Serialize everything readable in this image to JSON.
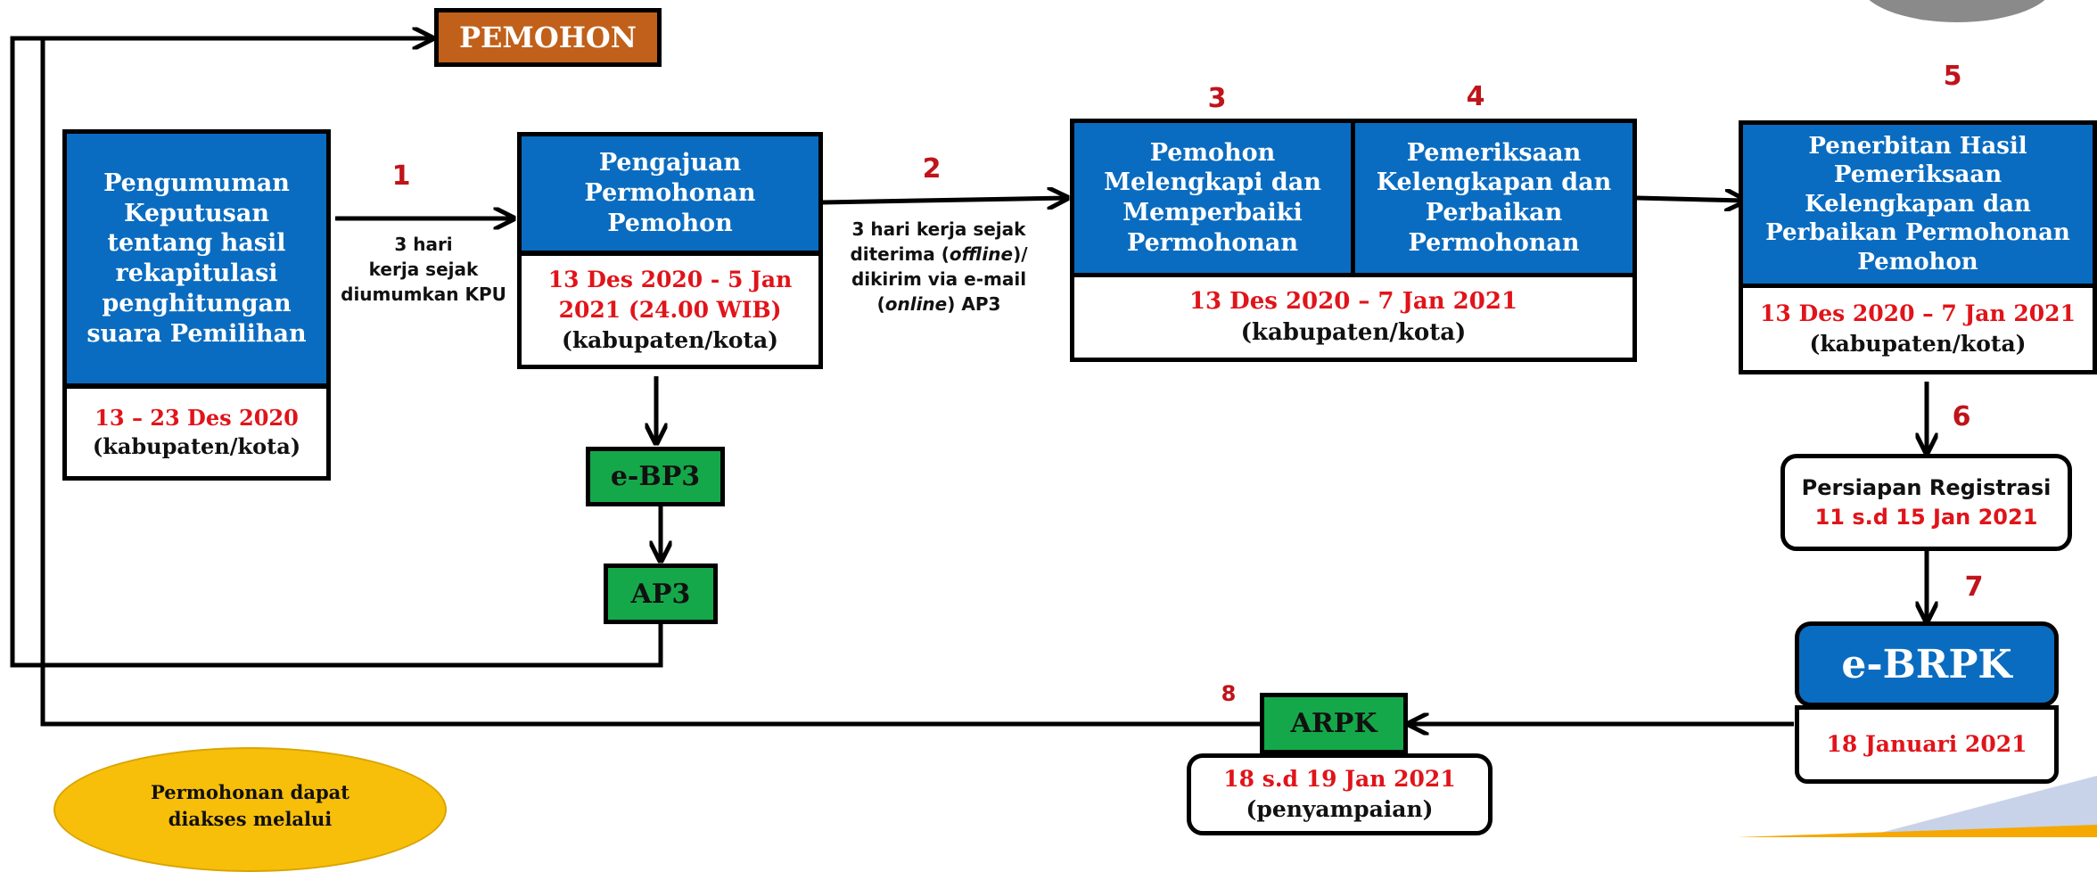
{
  "pemohon": "PEMOHON",
  "nodes": {
    "pengumuman": "Pengumuman Keputusan tentang hasil rekapitulasi penghitungan suara Pemilihan",
    "pengumuman_date": "13 – 23 Des 2020",
    "pengumuman_scope": "(kabupaten/kota)",
    "pengajuan": "Pengajuan Permohonan Pemohon",
    "pengajuan_date": "13 Des 2020 - 5 Jan 2021 (24.00 WIB)",
    "pengajuan_scope": "(kabupaten/kota)",
    "melengkapi": "Pemohon Melengkapi dan Memperbaiki Permohonan",
    "pemeriksaan": "Pemeriksaan Kelengkapan dan Perbaikan Permohonan",
    "step34_date": "13 Des 2020 – 7 Jan 2021",
    "step34_scope": "(kabupaten/kota)",
    "penerbitan": "Penerbitan Hasil Pemeriksaan Kelengkapan dan Perbaikan Permohonan Pemohon",
    "penerbitan_date": "13 Des 2020 – 7 Jan 2021",
    "penerbitan_scope": "(kabupaten/kota)",
    "persiapan": "Persiapan Registrasi",
    "persiapan_date": "11 s.d 15 Jan 2021",
    "ebrpk": "e-BRPK",
    "ebrpk_date": "18 Januari 2021",
    "ebp3": "e-BP3",
    "ap3": "AP3",
    "arpk": "ARPK",
    "arpk_date": "18  s.d 19 Jan 2021",
    "arpk_scope": "(penyampaian)",
    "access_note": "Permohonan dapat diakses melalui"
  },
  "step_numbers": [
    "1",
    "2",
    "3",
    "4",
    "5",
    "6",
    "7",
    "8"
  ],
  "notes": {
    "n1_line1": "3 hari",
    "n1_line2": "kerja sejak",
    "n1_line3": "diumumkan KPU",
    "n2_line1": "3 hari kerja sejak",
    "n2_line2a": "diterima (",
    "n2_line2b": "offline",
    "n2_line2c": ")/",
    "n2_line3": "dikirim via e-mail",
    "n2_line4a": "(",
    "n2_line4b": "online",
    "n2_line4c": ") AP3"
  },
  "colors": {
    "box_blue": "#0a6cc0",
    "pemohon_orange": "#c0601a",
    "button_green": "#15a84a",
    "text_red": "#e0141a",
    "step_red": "#c0141a",
    "note_yellow": "#f7bf0a"
  }
}
